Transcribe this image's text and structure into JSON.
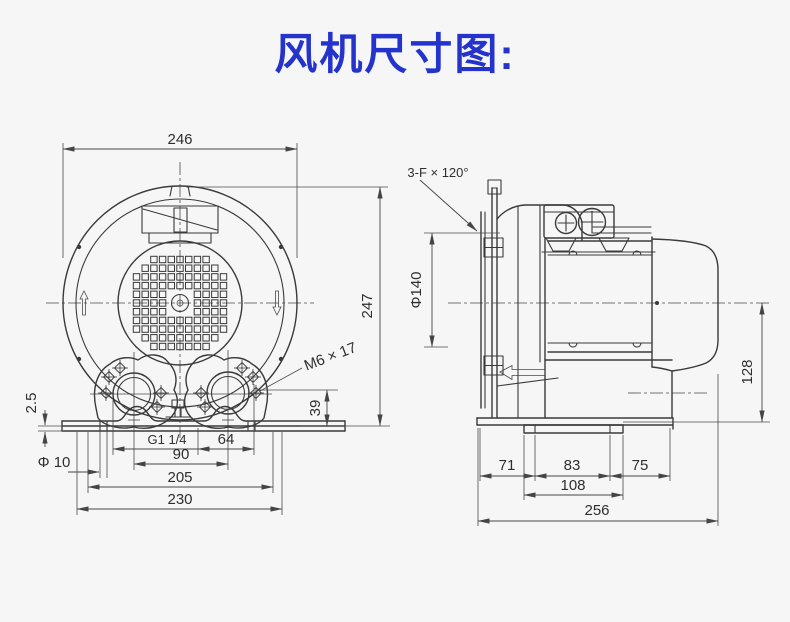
{
  "title": "风机尺寸图:",
  "colors": {
    "title_blue": "#2533cd",
    "line_dark": "#3a3a3a",
    "background": "#f6f6f7"
  },
  "front_view": {
    "label": "front-view",
    "dimensions": {
      "overall_width": "246",
      "overall_height": "247",
      "base_plate_thickness": "2.5",
      "base_slot_diameter": "Φ 10",
      "port_thread": "G1 1/4",
      "port_flange_bolt_span": "64",
      "port_center_distance": "90",
      "base_slot_span": "205",
      "base_width": "230",
      "port_height": "39",
      "mounting_bolt": "M6 × 17"
    }
  },
  "side_view": {
    "label": "side-view",
    "dimensions": {
      "flange_holes": "3-F × 120°",
      "inlet_diameter": "Φ140",
      "axis_height": "128",
      "foot_offset_front": "71",
      "foot_length": "83",
      "foot_offset_rear": "75",
      "foot_bolt_span": "108",
      "overall_depth": "256"
    }
  }
}
